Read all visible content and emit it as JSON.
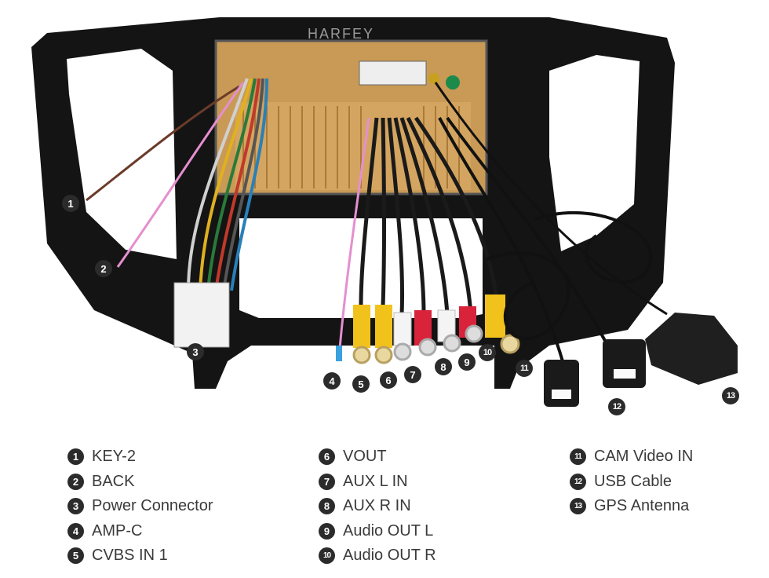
{
  "brand": "HARFEY",
  "callouts": [
    "1",
    "2",
    "3",
    "4",
    "5",
    "6",
    "7",
    "8",
    "9",
    "10",
    "11",
    "12",
    "13"
  ],
  "legend": {
    "col1": [
      {
        "num": "1",
        "label": "KEY-2"
      },
      {
        "num": "2",
        "label": "BACK"
      },
      {
        "num": "3",
        "label": "Power Connector"
      },
      {
        "num": "4",
        "label": "AMP-C"
      },
      {
        "num": "5",
        "label": "CVBS IN 1"
      }
    ],
    "col2": [
      {
        "num": "6",
        "label": "VOUT"
      },
      {
        "num": "7",
        "label": "AUX L IN"
      },
      {
        "num": "8",
        "label": "AUX R IN"
      },
      {
        "num": "9",
        "label": "Audio OUT L"
      },
      {
        "num": "10",
        "label": "Audio OUT R"
      }
    ],
    "col3": [
      {
        "num": "11",
        "label": "CAM Video IN"
      },
      {
        "num": "12",
        "label": "USB Cable"
      },
      {
        "num": "13",
        "label": "GPS Antenna"
      }
    ]
  },
  "colors": {
    "frame": "#111111",
    "unit": "#d9a95e",
    "rca_yellow": "#f1c21b",
    "rca_white": "#f4f4f4",
    "rca_red": "#d9233a",
    "badge": "#2b2b2b"
  }
}
